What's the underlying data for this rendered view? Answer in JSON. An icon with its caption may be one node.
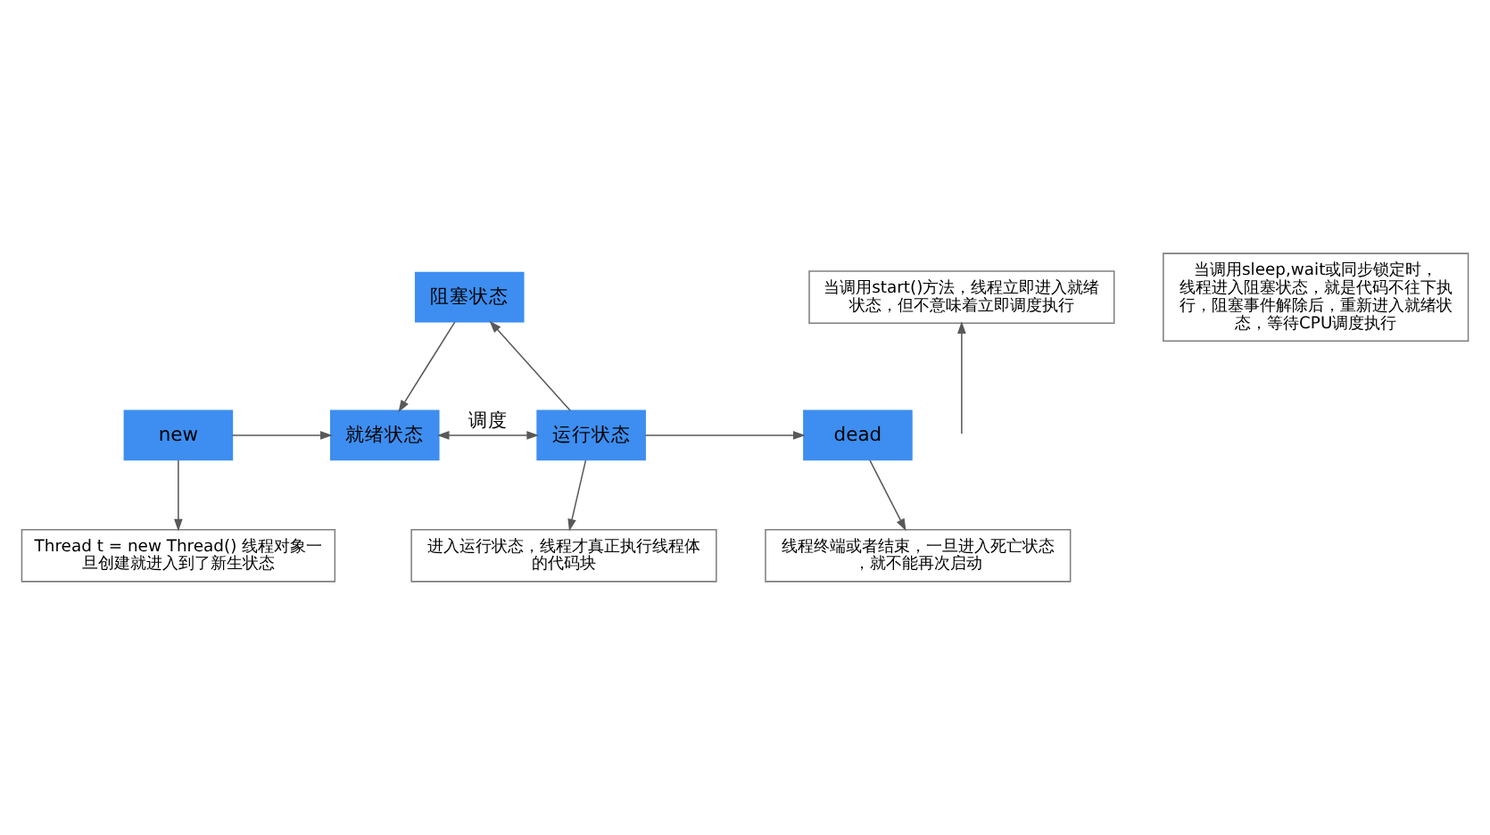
{
  "diagram": {
    "nodes": [
      {
        "text": [
          "new"
        ]
      },
      {
        "text": [
          "就绪状态"
        ]
      },
      {
        "text": [
          "阻塞状态"
        ]
      },
      {
        "text": [
          "运行状态"
        ]
      },
      {
        "text": [
          "dead"
        ]
      },
      {
        "text": [
          "当调用start()方法，线程立即进入就绪状态，但不意味着立即调度执行"
        ]
      },
      {
        "text": [
          "当调用sleep,wait或同步锁定时，线程进入阻塞状态，就是代码不往下执行，阻塞事件解除后，重新进入就绪状态，等待CPU调度执行"
        ]
      },
      {
        "text": [
          "Thread t = new Thread() 线程对象一旦创建就进入到了新生状态"
        ]
      },
      {
        "text": [
          "进入运行状态，线程才真正执行线程体的代码块"
        ]
      },
      {
        "text": [
          "线程终端或者结束，一旦进入死亡状态，就不能再次启动"
        ]
      }
    ],
    "edges": [
      {
        "from": 0,
        "to": 1,
        "arrow": "to"
      },
      {
        "from": null,
        "to": 5,
        "arrow": "to"
      },
      {
        "from": 2,
        "to": 1,
        "arrow": "to"
      },
      {
        "from": 1,
        "to": 3,
        "arrow": "both",
        "label": "调度"
      },
      {
        "from": 3,
        "to": 2,
        "arrow": "to"
      },
      {
        "from": 3,
        "to": 4,
        "arrow": "to"
      },
      {
        "from": 0,
        "to": 7,
        "arrow": "to"
      },
      {
        "from": 3,
        "to": 8,
        "arrow": "to"
      },
      {
        "from": 4,
        "to": 9,
        "arrow": "to"
      }
    ]
  }
}
